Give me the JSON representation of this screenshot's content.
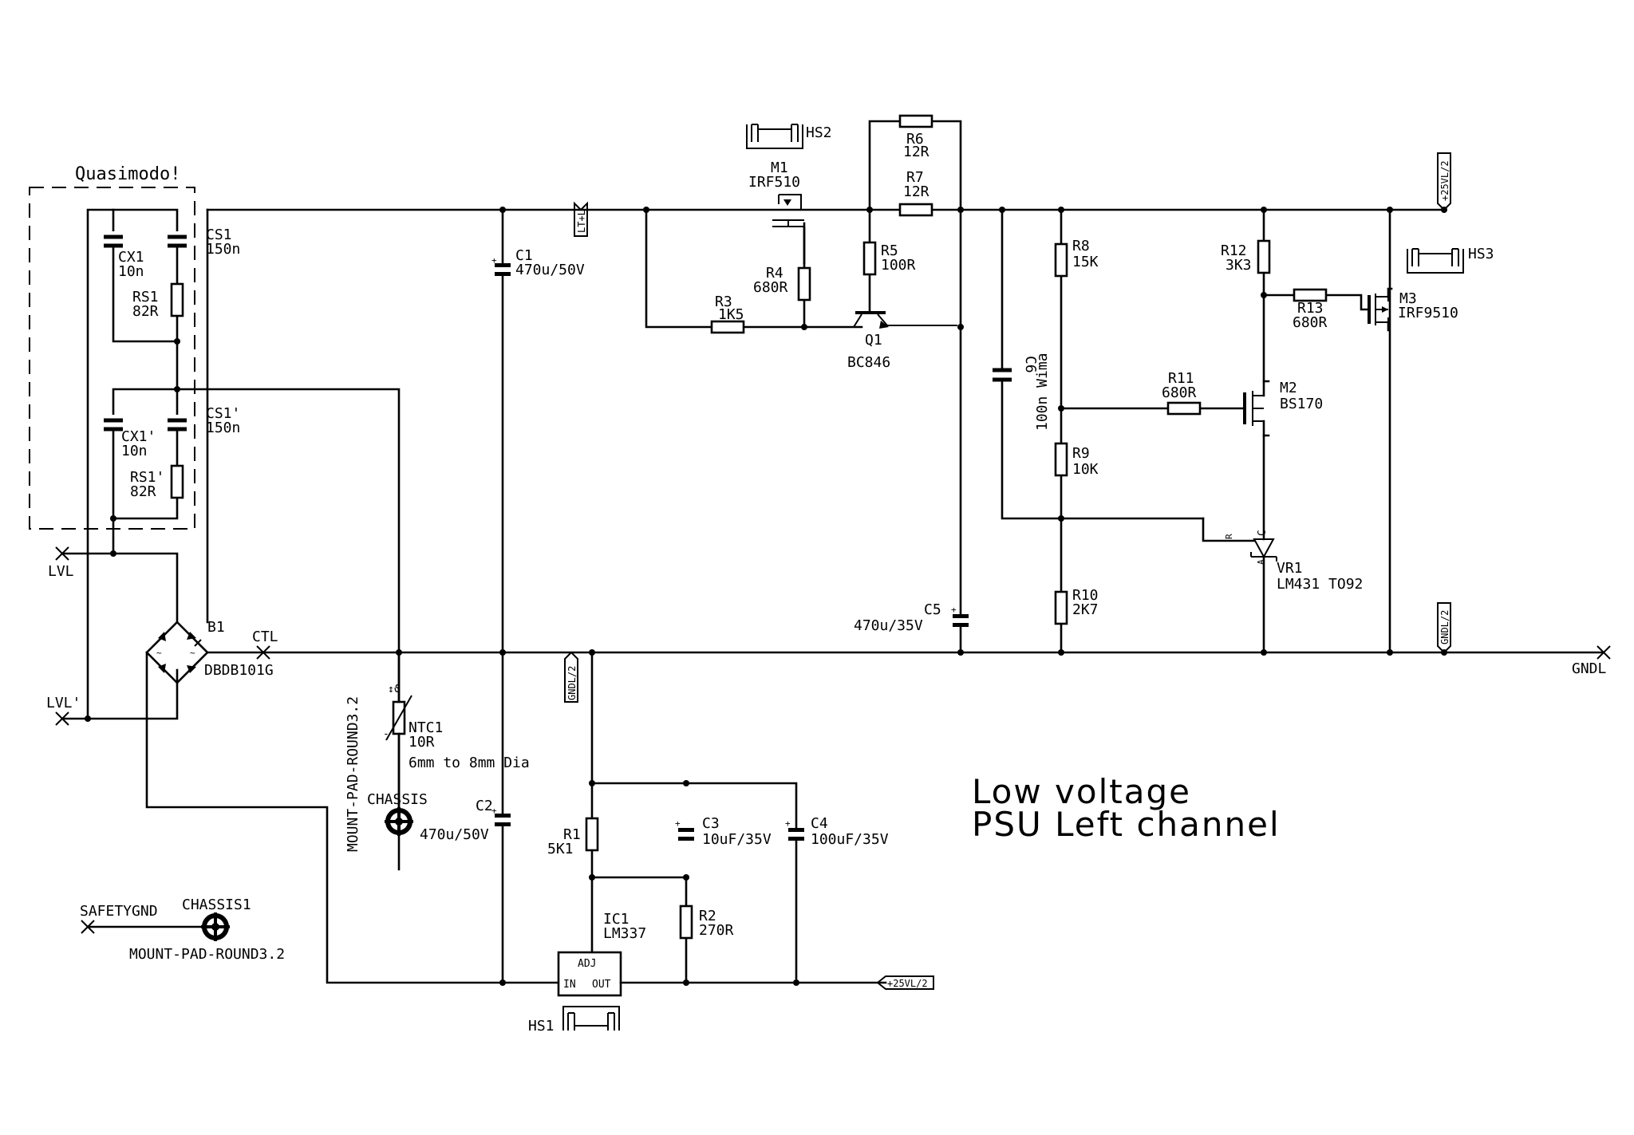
{
  "title": {
    "line1": "Low voltage",
    "line2": "PSU Left channel"
  },
  "group_label": "Quasimodo!",
  "nets": {
    "lvl": "LVL",
    "lvl2": "LVL'",
    "ctl": "CTL",
    "gndl": "GNDL",
    "safetygnd": "SAFETYGND",
    "flag_25vl2_top": "+25VL/2",
    "flag_gndl2_right": "GNDL/2",
    "flag_gndl2_mid": "GNDL/2",
    "flag_ltl": "LT+L",
    "flag_25vl2_bottom": "+25VL/2"
  },
  "components": {
    "cx1": {
      "ref": "CX1",
      "value": "10n"
    },
    "rs1": {
      "ref": "RS1",
      "value": "82R"
    },
    "cs1": {
      "ref": "CS1",
      "value": "150n"
    },
    "cx1p": {
      "ref": "CX1'",
      "value": "10n"
    },
    "rs1p": {
      "ref": "RS1'",
      "value": "82R"
    },
    "cs1p": {
      "ref": "CS1'",
      "value": "150n"
    },
    "b1": {
      "ref": "B1",
      "value": "DBDB101G"
    },
    "c1": {
      "ref": "C1",
      "value": "470u/50V"
    },
    "c2": {
      "ref": "C2",
      "value": "470u/50V"
    },
    "ntc1": {
      "ref": "NTC1",
      "value": "10R",
      "note": "6mm to 8mm Dia"
    },
    "chassis": {
      "ref": "CHASSIS",
      "pkg": "MOUNT-PAD-ROUND3.2"
    },
    "chassis1": {
      "ref": "CHASSIS1",
      "pkg": "MOUNT-PAD-ROUND3.2"
    },
    "hs1": {
      "ref": "HS1"
    },
    "hs2": {
      "ref": "HS2"
    },
    "hs3": {
      "ref": "HS3"
    },
    "m1": {
      "ref": "M1",
      "value": "IRF510"
    },
    "m2": {
      "ref": "M2",
      "value": "BS170"
    },
    "m3": {
      "ref": "M3",
      "value": "IRF9510"
    },
    "q1": {
      "ref": "Q1",
      "value": "BC846"
    },
    "r1": {
      "ref": "R1",
      "value": "5K1"
    },
    "r2": {
      "ref": "R2",
      "value": "270R"
    },
    "r3": {
      "ref": "R3",
      "value": "1K5"
    },
    "r4": {
      "ref": "R4",
      "value": "680R"
    },
    "r5": {
      "ref": "R5",
      "value": "100R"
    },
    "r6": {
      "ref": "R6",
      "value": "12R"
    },
    "r7": {
      "ref": "R7",
      "value": "12R"
    },
    "r8": {
      "ref": "R8",
      "value": "15K"
    },
    "r9": {
      "ref": "R9",
      "value": "10K"
    },
    "r10": {
      "ref": "R10",
      "value": "2K7"
    },
    "r11": {
      "ref": "R11",
      "value": "680R"
    },
    "r12": {
      "ref": "R12",
      "value": "3K3"
    },
    "r13": {
      "ref": "R13",
      "value": "680R"
    },
    "c3": {
      "ref": "C3",
      "value": "10uF/35V"
    },
    "c4": {
      "ref": "C4",
      "value": "100uF/35V"
    },
    "c5": {
      "ref": "C5",
      "value": "470u/35V"
    },
    "c6": {
      "ref": "C6",
      "value": "100n Wima"
    },
    "vr1": {
      "ref": "VR1",
      "value": "LM431 TO92",
      "pin_r": "R",
      "pin_a": "A",
      "pin_c": "C"
    },
    "ic1": {
      "ref": "IC1",
      "value": "LM337",
      "pin_adj": "ADJ",
      "pin_in": "IN",
      "pin_out": "OUT"
    }
  }
}
